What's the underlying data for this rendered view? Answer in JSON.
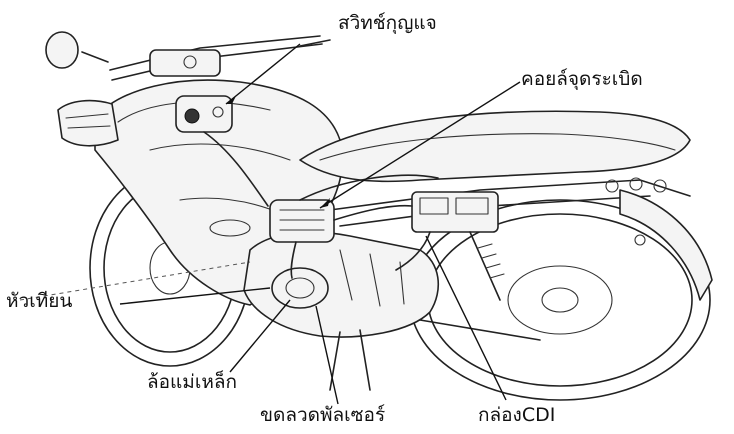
{
  "labels": {
    "ignition_switch": "สวิทช์กุญแจ",
    "ignition_coil": "คอยล์จุดระเบิด",
    "spark_plug": "หัวเทียน",
    "flywheel": "ล้อแม่เหล็ก",
    "pulser_coil": "ขดลวดพัลเซอร์",
    "cdi_box": "กล่องCDI"
  }
}
